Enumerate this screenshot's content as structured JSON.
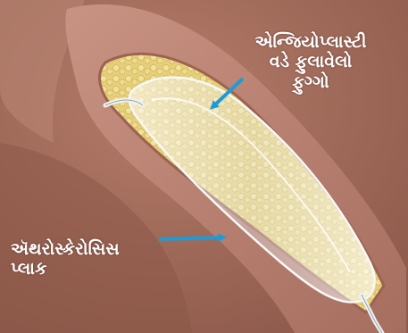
{
  "labels": {
    "balloon": {
      "line1": "એન્જિયોપ્લાસ્ટી",
      "line2": "વડે ફુલાવેલો",
      "line3": "ફુગ્ગો"
    },
    "plaque": {
      "line1": "ઍથરોસ્કેરોસિસ",
      "line2": "પ્લાક"
    }
  },
  "colors": {
    "tissue": "#a06a5a",
    "artery_wall": "#c08878",
    "plaque": "#e8d080",
    "balloon": "#dfe6ea",
    "arrow": "#1e9bd7",
    "label_text": "#ffffff"
  }
}
